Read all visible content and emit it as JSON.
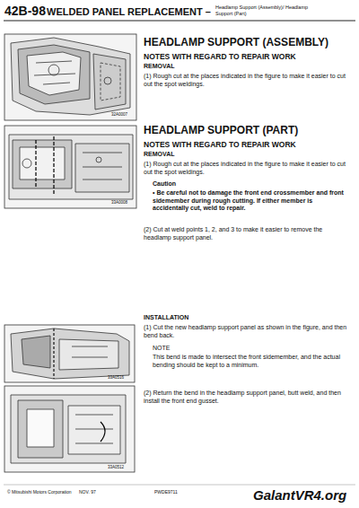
{
  "diagram": {
    "title": "WELDED PANEL REPLACEMENT –",
    "labels": [
      "42B-98",
      "Headlamp Support (Assembly)/ Headlamp Support (Part)",
      "HEADLAMP SUPPORT (ASSEMBLY)",
      "NOTES WITH REGARD TO REPAIR WORK",
      "REMOVAL",
      "(1) Rough cut at the places indicated in the figure to make it easier to cut out the spot weldings.",
      "32A0007",
      "HEADLAMP SUPPORT (PART)",
      "NOTES WITH REGARD TO REPAIR WORK",
      "REMOVAL",
      "(1) Rough cut at the places indicated in the figure to make it easier to cut out the spot weldings.",
      "Caution",
      "• Be careful not to damage the front end crossmember and front sidemember during rough cutting. If either member is accidentally cut, weld to repair.",
      "(2) Cut at weld points 1, 2, and 3 to make it easier to remove the headlamp support panel.",
      "33A0008",
      "INSTALLATION",
      "(1) Cut the new headlamp support panel as shown in the figure, and then bend back.",
      "NOTE",
      "This bend is made to intersect the front sidemember, and the actual bending should be kept to a minimum.",
      "33A0516",
      "(2) Return the bend in the headlamp support panel, butt weld, and then install the front end gusset.",
      "33A0512",
      "© Mitsubishi Motors Corporation",
      "NOV. 97",
      "PWDE9711",
      "GalantVR4.org"
    ]
  }
}
